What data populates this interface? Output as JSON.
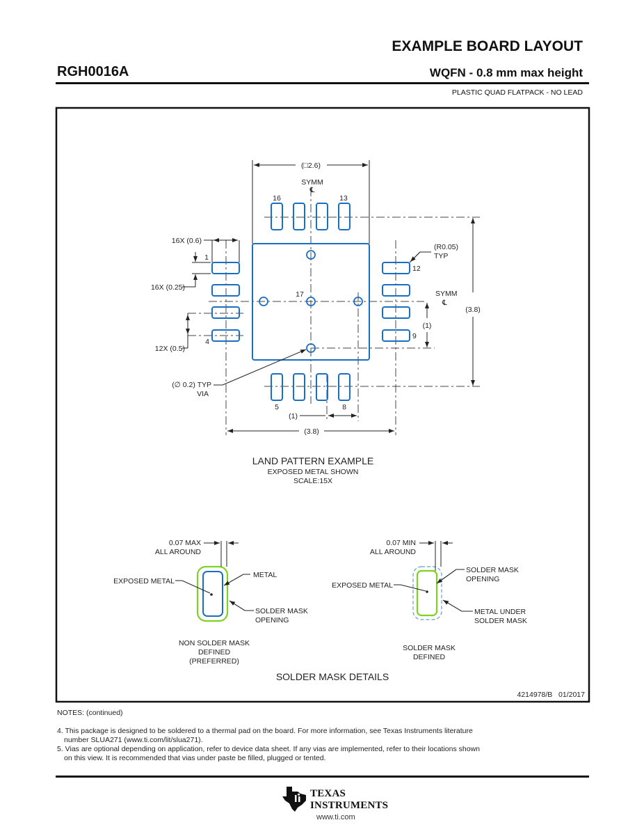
{
  "header": {
    "title": "EXAMPLE BOARD LAYOUT",
    "part_number": "RGH0016A",
    "package": "WQFN - 0.8 mm max height",
    "package_type": "PLASTIC QUAD FLATPACK - NO LEAD"
  },
  "land_pattern": {
    "dim_body": "(□2.6)",
    "symm": "SYMM",
    "centerline": "℄",
    "pad_width": "16X (0.6)",
    "pad_height": "16X (0.25)",
    "pitch": "12X (0.5)",
    "corner_radius": "(R0.05)",
    "corner_radius_note": "TYP",
    "overall_height": "(3.8)",
    "overall_width": "(3.8)",
    "via_spacing_right": "(1)",
    "via_spacing_bottom": "(1)",
    "via": "(∅ 0.2) TYP",
    "via_label": "VIA",
    "pins": {
      "p1": "1",
      "p4": "4",
      "p5": "5",
      "p8": "8",
      "p9": "9",
      "p12": "12",
      "p13": "13",
      "p16": "16",
      "p17": "17"
    },
    "caption_title": "LAND PATTERN EXAMPLE",
    "caption_sub": "EXPOSED METAL SHOWN",
    "caption_scale": "SCALE:15X"
  },
  "solder_mask": {
    "nsmd": {
      "dim": "0.07 MAX",
      "dim2": "ALL AROUND",
      "exposed": "EXPOSED METAL",
      "metal": "METAL",
      "opening1": "SOLDER MASK",
      "opening2": "OPENING",
      "caption1": "NON SOLDER MASK",
      "caption2": "DEFINED",
      "caption3": "(PREFERRED)"
    },
    "smd": {
      "dim": "0.07 MIN",
      "dim2": "ALL AROUND",
      "exposed": "EXPOSED METAL",
      "opening1": "SOLDER MASK",
      "opening2": "OPENING",
      "under1": "METAL UNDER",
      "under2": "SOLDER MASK",
      "caption1": "SOLDER MASK",
      "caption2": "DEFINED"
    },
    "title": "SOLDER MASK DETAILS"
  },
  "doc_id": "4214978/B   01/2017",
  "colors": {
    "metal": "#1a6fc4",
    "mask": "#7ed321",
    "mask_dash": "#6a9fc8"
  },
  "notes": {
    "header": "NOTES: (continued)",
    "n4_line1": "4. This package is designed to be soldered to a thermal pad on the board. For more information, see Texas Instruments literature",
    "n4_line2": "number SLUA271 (www.ti.com/lit/slua271).",
    "n5_line1": "5. Vias are optional depending on application, refer to device data sheet. If any vias are implemented, refer to their locations shown",
    "n5_line2": "on this view. It is recommended that vias under paste be filled, plugged or tented."
  },
  "footer": {
    "brand_line1": "TEXAS",
    "brand_line2": "INSTRUMENTS",
    "url": "www.ti.com"
  }
}
